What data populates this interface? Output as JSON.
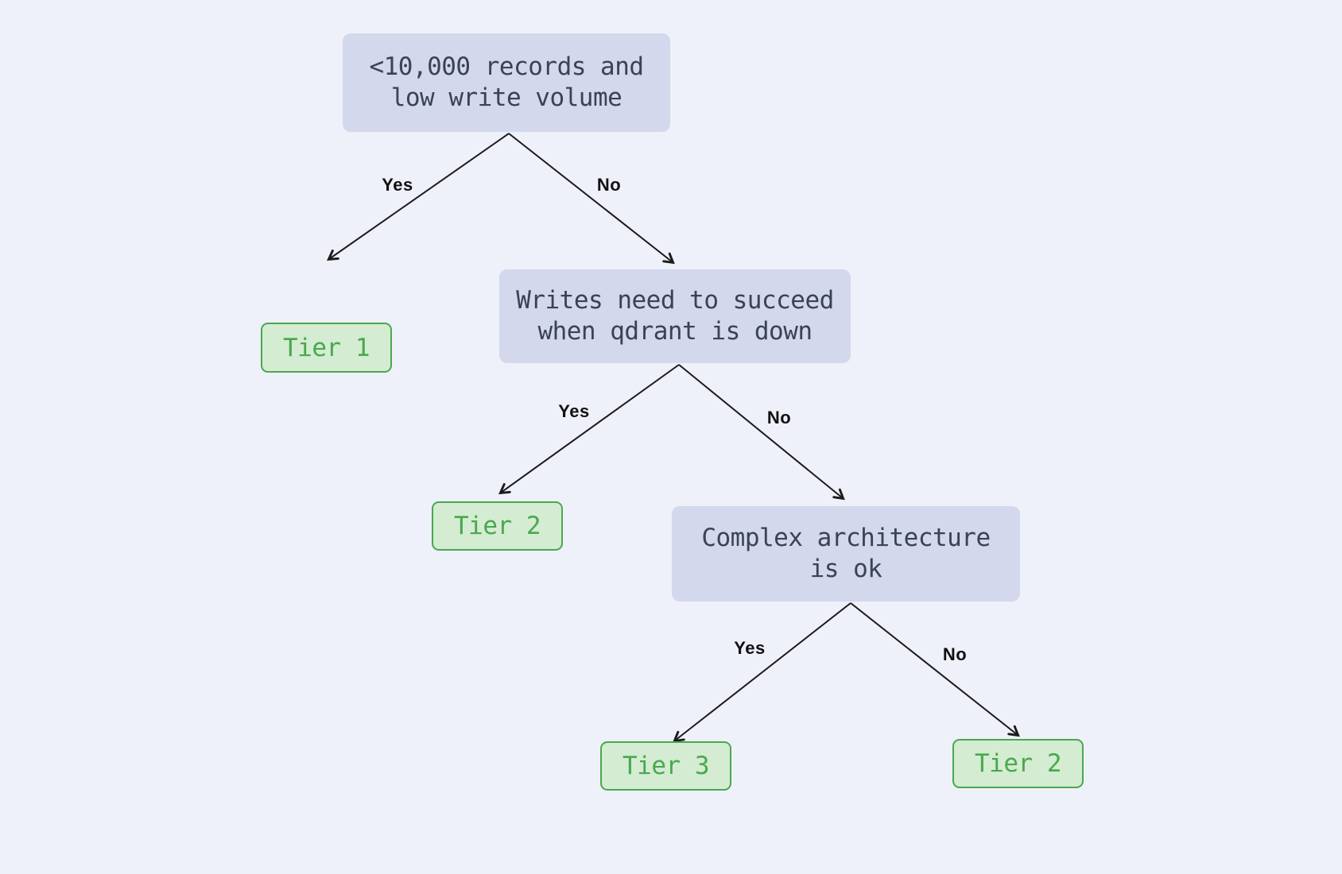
{
  "diagram": {
    "kind": "decision-tree-flowchart",
    "background_color": "#eef1f9",
    "palette": {
      "decision_node_fill": "#d3d8ec",
      "decision_node_text": "#3b4254",
      "outcome_node_fill": "#d3ecd2",
      "outcome_node_border": "#4aa84e",
      "outcome_node_text": "#4aa84e",
      "edge_line": "#1b1b1b",
      "edge_label_text": "#111111"
    },
    "nodes": [
      {
        "id": "q1",
        "kind": "decision",
        "label": "<10,000 records and\nlow write volume"
      },
      {
        "id": "tier1",
        "kind": "outcome",
        "label": "Tier 1"
      },
      {
        "id": "q2",
        "kind": "decision",
        "label": "Writes need to succeed\nwhen qdrant is down"
      },
      {
        "id": "tier2",
        "kind": "outcome",
        "label": "Tier 2"
      },
      {
        "id": "q3",
        "kind": "decision",
        "label": "Complex architecture\nis ok"
      },
      {
        "id": "tier3",
        "kind": "outcome",
        "label": "Tier 3"
      },
      {
        "id": "tier2b",
        "kind": "outcome",
        "label": "Tier 2"
      }
    ],
    "edges": [
      {
        "from": "q1",
        "to": "tier1",
        "label": "Yes"
      },
      {
        "from": "q1",
        "to": "q2",
        "label": "No"
      },
      {
        "from": "q2",
        "to": "tier2",
        "label": "Yes"
      },
      {
        "from": "q2",
        "to": "q3",
        "label": "No"
      },
      {
        "from": "q3",
        "to": "tier3",
        "label": "Yes"
      },
      {
        "from": "q3",
        "to": "tier2b",
        "label": "No"
      }
    ]
  }
}
